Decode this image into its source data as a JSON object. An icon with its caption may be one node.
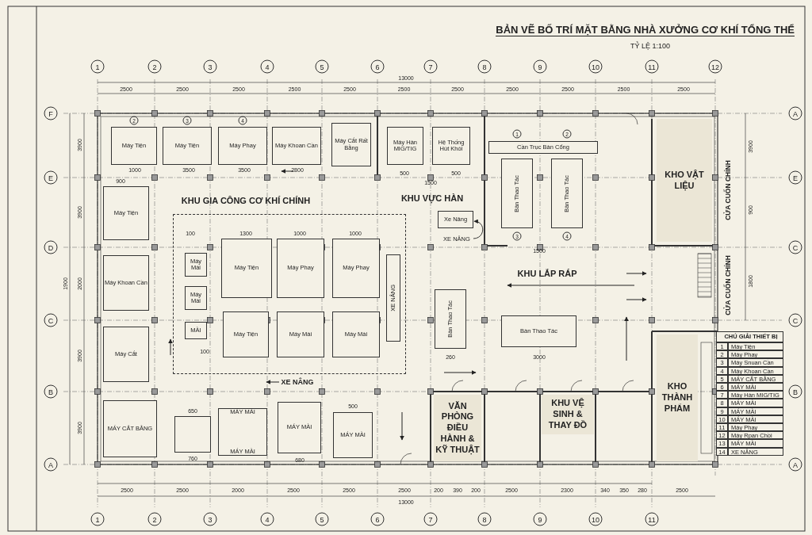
{
  "diagram": {
    "title": "BẢN VẼ BỐ TRÍ MẶT BẰNG NHÀ XƯỞNG CƠ KHÍ TỔNG THỂ",
    "nodes": [
      {
        "text": [
          "KHO VẬT LIỆU"
        ]
      },
      {
        "text": [
          "KHO THÀNH PHẨM"
        ]
      },
      {
        "text": [
          "VĂN PHÒNG ĐIỀU HÀNH & KỸ THUẬT"
        ]
      },
      {
        "text": [
          "KHU VỆ SINH & THAY ĐỒ"
        ]
      },
      {
        "text": [],
        "shape": "box"
      },
      {
        "text": [
          "Máy Tiện"
        ],
        "in": 4
      },
      {
        "text": [
          "Máy Phay"
        ],
        "in": 4
      },
      {
        "text": [
          "Máy Phay"
        ],
        "in": 4
      },
      {
        "text": [
          "Máy Mài"
        ],
        "in": 4
      },
      {
        "text": [
          "Máy Mài"
        ],
        "in": 4
      },
      {
        "text": [
          "MÀI"
        ],
        "in": 4
      },
      {
        "text": [
          "Máy Tiện"
        ],
        "in": 4
      },
      {
        "text": [
          "Máy Mài"
        ],
        "in": 4
      },
      {
        "text": [
          "Máy Mài"
        ],
        "in": 4
      },
      {
        "text": [
          "XE NÂNG"
        ],
        "in": 4
      },
      {
        "text": [
          "Máy Tiện"
        ]
      },
      {
        "text": [
          "Máy Tiện"
        ]
      },
      {
        "text": [
          "Máy Phay"
        ]
      },
      {
        "text": [
          "Máy Khoan Cần"
        ]
      },
      {
        "text": [
          "Máy Cắt Rất Bằng"
        ]
      },
      {
        "text": [
          "Máy Hàn MIG/TIG"
        ]
      },
      {
        "text": [
          "Hệ Thống Hút Khói"
        ]
      },
      {
        "text": [
          "Máy Tiện"
        ]
      },
      {
        "text": [
          "Máy Khoan Cần"
        ]
      },
      {
        "text": [
          "Máy Cắt"
        ]
      },
      {
        "text": [
          "MÁY CẮT BẰNG"
        ]
      },
      {
        "text": [],
        "shape": "box"
      },
      {
        "text": [
          "MÁY MÀI",
          "MÁY MÀI"
        ]
      },
      {
        "text": [
          "MÁY MÀI"
        ]
      },
      {
        "text": [
          "MÁY MÀI"
        ]
      },
      {
        "text": [
          "Cần Trục Bàn Cổng"
        ]
      },
      {
        "text": [
          "Bàn Thao Tác"
        ]
      },
      {
        "text": [
          "Bàn Thao Tác"
        ]
      },
      {
        "text": [
          "Bàn Thao Tác"
        ]
      },
      {
        "text": [
          "Bàn Thao Tác"
        ]
      },
      {
        "text": [
          "Xe Nâng"
        ]
      },
      {
        "text": [
          "XE NÂNG"
        ]
      }
    ],
    "edges": [
      {
        "from": 36,
        "to": 35,
        "arrow": "to"
      }
    ],
    "labels": [
      "TỶ LỆ 1:100",
      "1",
      "2",
      "3",
      "4",
      "5",
      "6",
      "7",
      "8",
      "9",
      "10",
      "11",
      "12",
      "13000",
      "2500",
      "2500",
      "2500",
      "2500",
      "2500",
      "2500",
      "2500",
      "2500",
      "2500",
      "2500",
      "2500",
      "F",
      "E",
      "D",
      "C",
      "B",
      "A",
      "A",
      "E",
      "C",
      "C",
      "B",
      "A",
      "1",
      "2",
      "3",
      "4",
      "5",
      "6",
      "7",
      "8",
      "9",
      "10",
      "11",
      "13000",
      "2500",
      "2500",
      "2000",
      "2500",
      "2500",
      "2500",
      "200",
      "390",
      "200",
      "2500",
      "2300",
      "340",
      "350",
      "280",
      "2500",
      "3900",
      "3900",
      "2000",
      "3900",
      "3900",
      "1900",
      "3900",
      "900",
      "1800",
      "KHU GIA CÔNG CƠ KHÍ CHÍNH",
      "KHU VỰC HÀN",
      "KHU LẮP RÁP",
      "XE NÂNG",
      "CỬA CUỐN CHÍNH",
      "CỬA CUỐN CHÍNH",
      "2",
      "3",
      "4",
      "1",
      "2",
      "3",
      "4",
      "1000",
      "3500",
      "3500",
      "2800",
      "900",
      "100",
      "1300",
      "1000",
      "1000",
      "100",
      "500",
      "500",
      "1500",
      "1500",
      "260",
      "3000",
      "650",
      "760",
      "680",
      "500",
      "CHÚ GIẢI THIẾT BỊ",
      "1",
      "Máy Tiện",
      "2",
      "Máy Phay",
      "3",
      "Máy Snuan Cần",
      "4",
      "Máy Khoan Cần",
      "5",
      "MÁY CẮT BẰNG",
      "6",
      "MÁY MÀI",
      "7",
      "Máy Hàn MIG/TIG",
      "8",
      "MÁY MÀI",
      "9",
      "MÁY MÀI",
      "10",
      "MÁY MÀI",
      "11",
      "Máy Phay",
      "12",
      "Máy Rpan Chồi",
      "13",
      "MÁY MÀI",
      "14",
      "XE NÂNG"
    ]
  }
}
